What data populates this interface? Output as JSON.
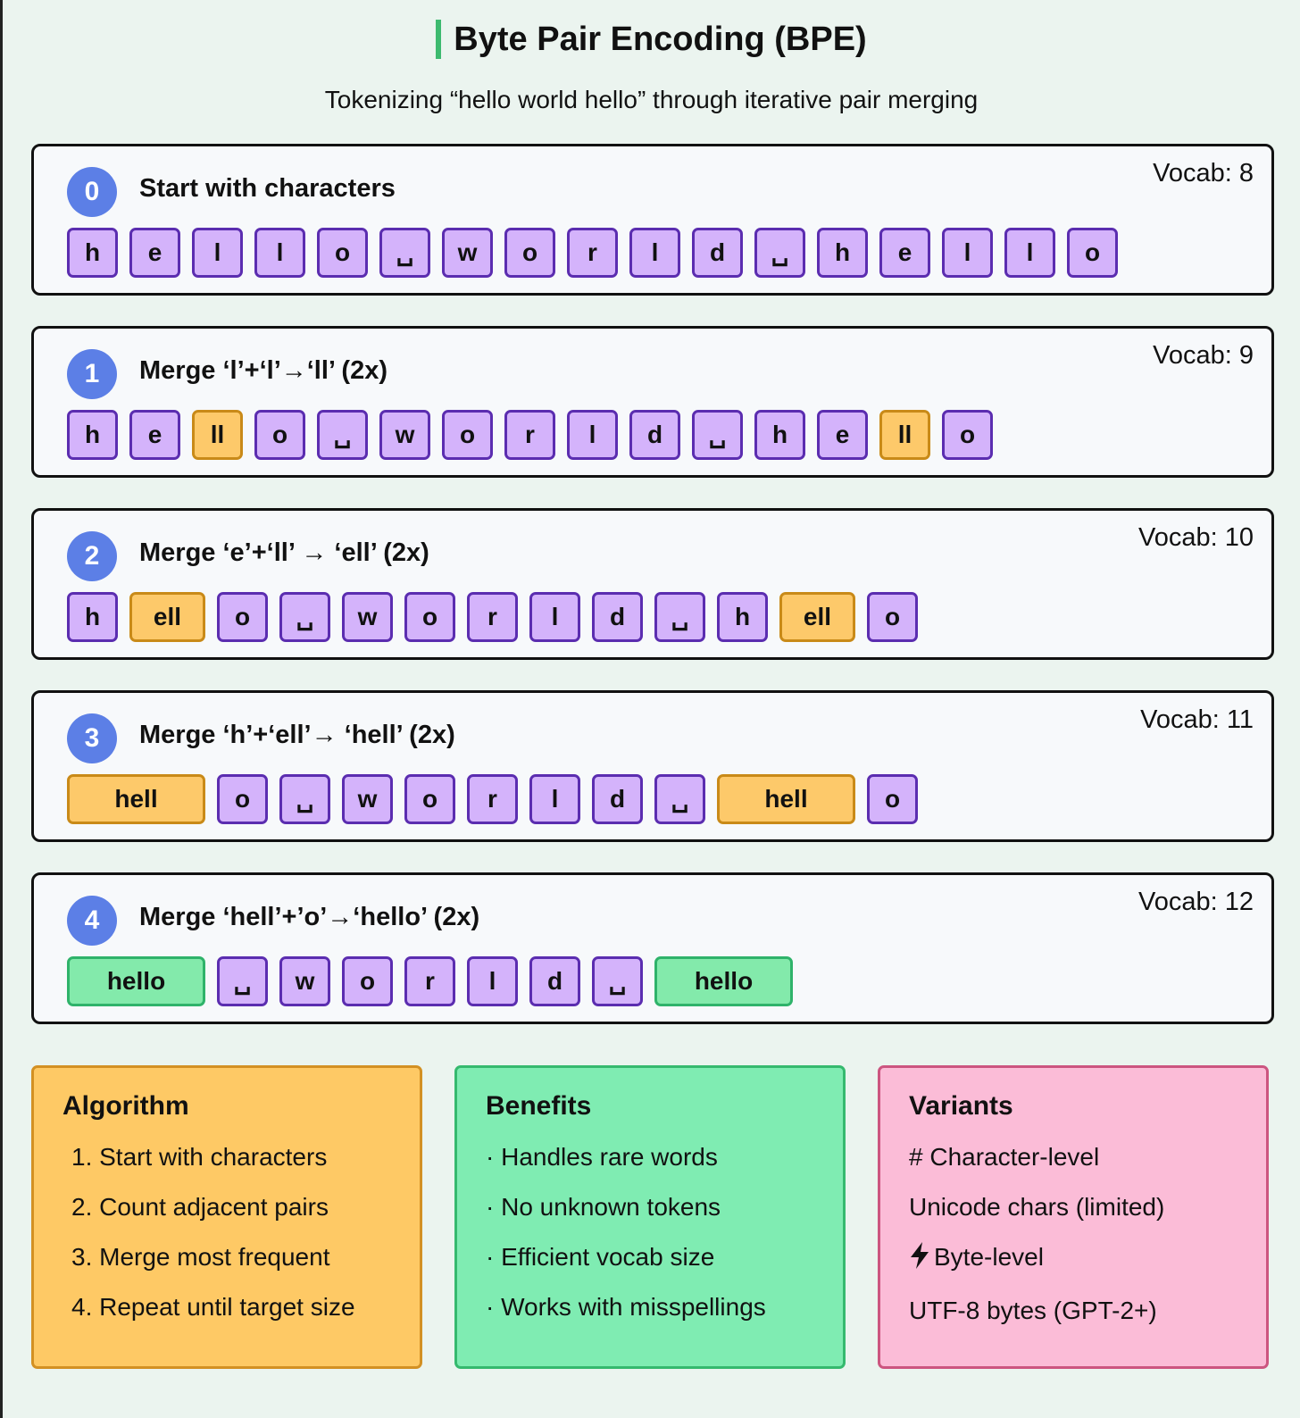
{
  "title": "Byte Pair Encoding (BPE)",
  "subtitle": "Tokenizing “hello world hello” through iterative pair merging",
  "steps": [
    {
      "index": "0",
      "title": "Start with characters",
      "vocab": "Vocab: 8",
      "tokens": [
        {
          "t": "h",
          "k": "char"
        },
        {
          "t": "e",
          "k": "char"
        },
        {
          "t": "l",
          "k": "char"
        },
        {
          "t": "l",
          "k": "char"
        },
        {
          "t": "o",
          "k": "char"
        },
        {
          "t": "␣",
          "k": "char"
        },
        {
          "t": "w",
          "k": "char"
        },
        {
          "t": "o",
          "k": "char"
        },
        {
          "t": "r",
          "k": "char"
        },
        {
          "t": "l",
          "k": "char"
        },
        {
          "t": "d",
          "k": "char"
        },
        {
          "t": "␣",
          "k": "char"
        },
        {
          "t": "h",
          "k": "char"
        },
        {
          "t": "e",
          "k": "char"
        },
        {
          "t": "l",
          "k": "char"
        },
        {
          "t": "l",
          "k": "char"
        },
        {
          "t": "o",
          "k": "char"
        }
      ]
    },
    {
      "index": "1",
      "title": "Merge ‘l’+‘l’→‘ll’ (2x)",
      "vocab": "Vocab: 9",
      "tokens": [
        {
          "t": "h",
          "k": "char"
        },
        {
          "t": "e",
          "k": "char"
        },
        {
          "t": "ll",
          "k": "merged"
        },
        {
          "t": "o",
          "k": "char"
        },
        {
          "t": "␣",
          "k": "char"
        },
        {
          "t": "w",
          "k": "char"
        },
        {
          "t": "o",
          "k": "char"
        },
        {
          "t": "r",
          "k": "char"
        },
        {
          "t": "l",
          "k": "char"
        },
        {
          "t": "d",
          "k": "char"
        },
        {
          "t": "␣",
          "k": "char"
        },
        {
          "t": "h",
          "k": "char"
        },
        {
          "t": "e",
          "k": "char"
        },
        {
          "t": "ll",
          "k": "merged"
        },
        {
          "t": "o",
          "k": "char"
        }
      ]
    },
    {
      "index": "2",
      "title": "Merge ‘e’+‘ll’ → ‘ell’ (2x)",
      "vocab": "Vocab: 10",
      "tokens": [
        {
          "t": "h",
          "k": "char"
        },
        {
          "t": "ell",
          "k": "merged"
        },
        {
          "t": "o",
          "k": "char"
        },
        {
          "t": "␣",
          "k": "char"
        },
        {
          "t": "w",
          "k": "char"
        },
        {
          "t": "o",
          "k": "char"
        },
        {
          "t": "r",
          "k": "char"
        },
        {
          "t": "l",
          "k": "char"
        },
        {
          "t": "d",
          "k": "char"
        },
        {
          "t": "␣",
          "k": "char"
        },
        {
          "t": "h",
          "k": "char"
        },
        {
          "t": "ell",
          "k": "merged"
        },
        {
          "t": "o",
          "k": "char"
        }
      ]
    },
    {
      "index": "3",
      "title": "Merge ‘h’+‘ell’→ ‘hell’ (2x)",
      "vocab": "Vocab: 11",
      "tokens": [
        {
          "t": "hell",
          "k": "merged"
        },
        {
          "t": "o",
          "k": "char"
        },
        {
          "t": "␣",
          "k": "char"
        },
        {
          "t": "w",
          "k": "char"
        },
        {
          "t": "o",
          "k": "char"
        },
        {
          "t": "r",
          "k": "char"
        },
        {
          "t": "l",
          "k": "char"
        },
        {
          "t": "d",
          "k": "char"
        },
        {
          "t": "␣",
          "k": "char"
        },
        {
          "t": "hell",
          "k": "merged"
        },
        {
          "t": "o",
          "k": "char"
        }
      ]
    },
    {
      "index": "4",
      "title": "Merge ‘hell’+’o’→‘hello’ (2x)",
      "vocab": "Vocab: 12",
      "tokens": [
        {
          "t": "hello",
          "k": "final"
        },
        {
          "t": "␣",
          "k": "char"
        },
        {
          "t": "w",
          "k": "char"
        },
        {
          "t": "o",
          "k": "char"
        },
        {
          "t": "r",
          "k": "char"
        },
        {
          "t": "l",
          "k": "char"
        },
        {
          "t": "d",
          "k": "char"
        },
        {
          "t": "␣",
          "k": "char"
        },
        {
          "t": "hello",
          "k": "final"
        }
      ]
    }
  ],
  "cards": {
    "algorithm": {
      "title": "Algorithm",
      "items": [
        "1. Start with characters",
        "2. Count adjacent pairs",
        "3. Merge most frequent",
        "4. Repeat until target size"
      ]
    },
    "benefits": {
      "title": "Benefits",
      "items": [
        "· Handles rare words",
        "· No unknown tokens",
        "· Efficient vocab size",
        "· Works with misspellings"
      ]
    },
    "variants": {
      "title": "Variants",
      "items": [
        "# Character-level",
        "Unicode chars (limited)",
        "Byte-level",
        "UTF-8 bytes (GPT-2+)"
      ],
      "bolt_icon": "lightning-bolt-icon"
    }
  }
}
